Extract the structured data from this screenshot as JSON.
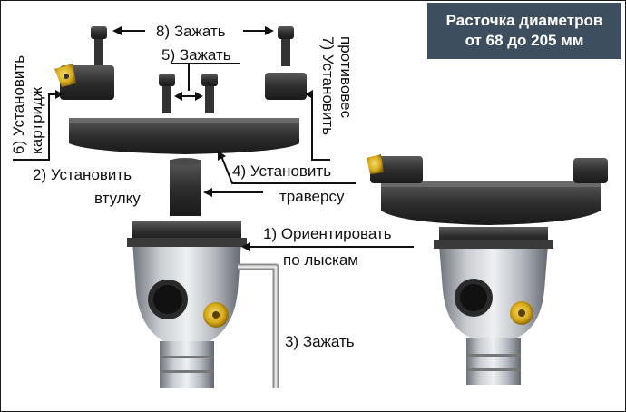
{
  "title": {
    "line1": "Расточка диаметров",
    "line2": "от 68 до 205 мм"
  },
  "steps": {
    "s1_line1": "1) Ориентировать",
    "s1_line2": "по лыскам",
    "s2_line1": "2) Установить",
    "s2_line2": "втулку",
    "s3": "3) Зажать",
    "s4_line1": "4) Установить",
    "s4_line2": "траверсу",
    "s5": "5) Зажать",
    "s6_line1": "6) Установить",
    "s6_line2": "картридж",
    "s7_line1": "7) Установить",
    "s7_line2": "противовес",
    "s8": "8) Зажать"
  },
  "colors": {
    "title_bg": "#3d4e5e",
    "metal_dark": "#2b2b2b",
    "steel": "#b9bdc4",
    "insert": "#d9b21e"
  }
}
